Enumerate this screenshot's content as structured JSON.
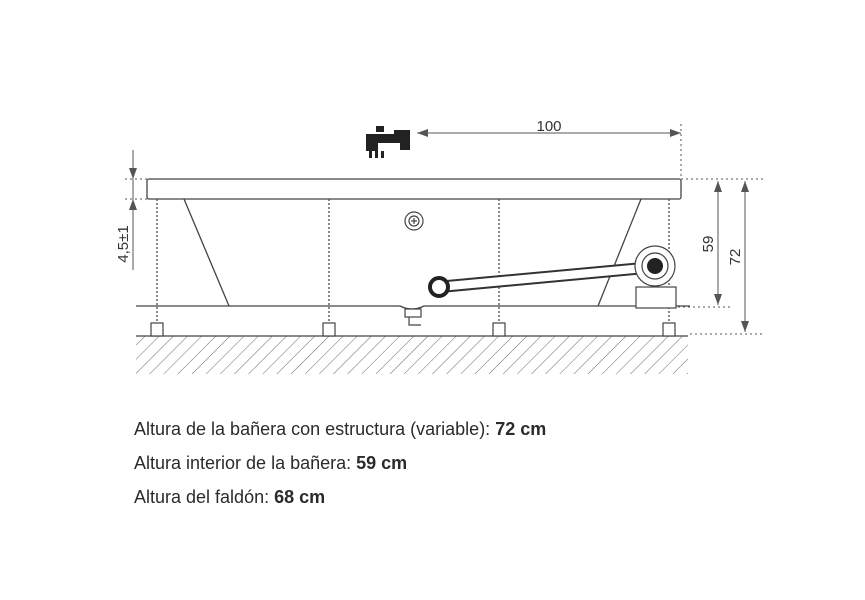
{
  "dimensions": {
    "distance_top": "100",
    "inner_height": "59",
    "total_height": "72",
    "rim_tolerance": "4,5±1"
  },
  "specs": [
    {
      "label": "Altura de la bañera con estructura (variable): ",
      "value": "72 cm"
    },
    {
      "label": "Altura interior de la bañera: ",
      "value": "59 cm"
    },
    {
      "label": "Altura del faldón: ",
      "value": "68 cm"
    }
  ],
  "colors": {
    "line": "#444444",
    "text": "#2b2b2b",
    "dimension_line": "#777777"
  },
  "icons": [
    "faucet-icon",
    "overflow-drain-icon",
    "waste-valve-icon",
    "pump-motor-icon"
  ]
}
